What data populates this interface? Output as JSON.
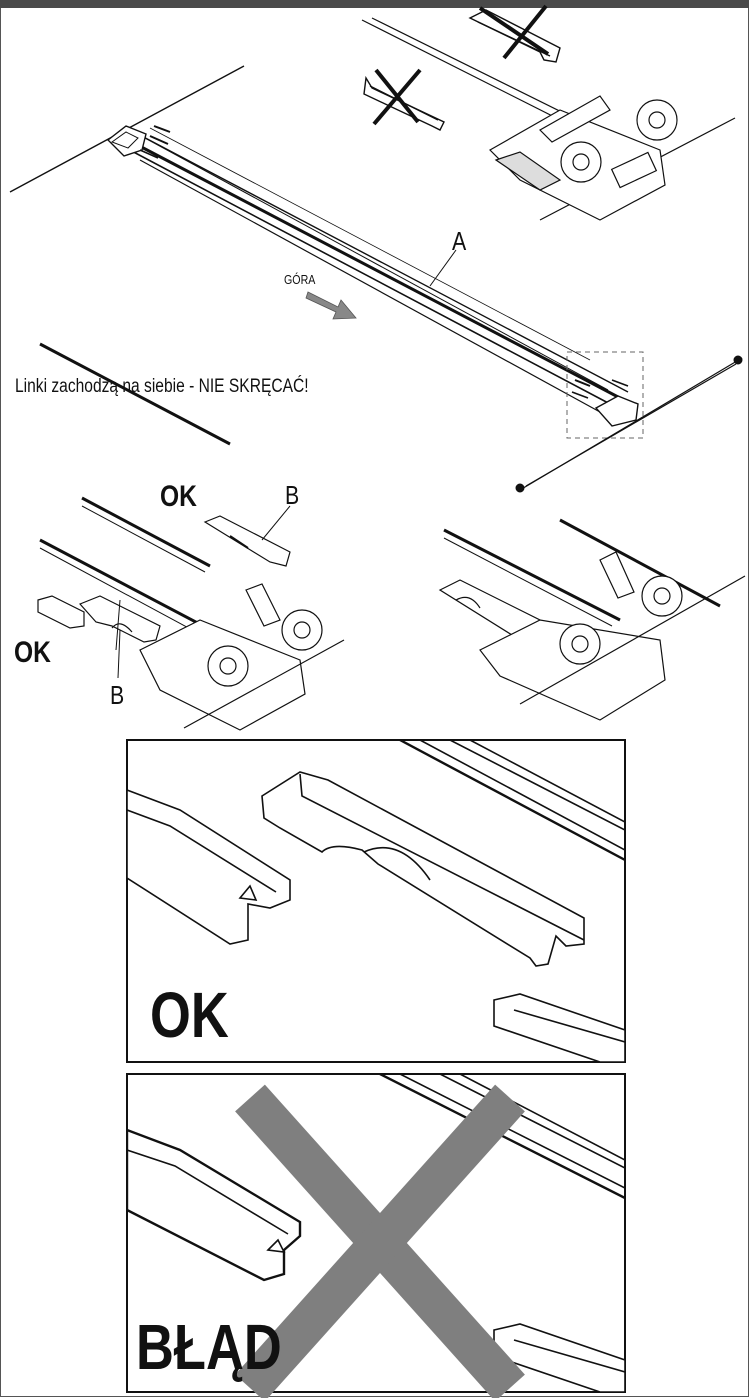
{
  "labels": {
    "part_a": "A",
    "part_b_top": "B",
    "part_b_bottom": "B",
    "direction_up": "GÓRA",
    "warning": "Linki zachodzą na siebie - NIE SKRĘCAĆ!",
    "ok_top": "OK",
    "ok_left": "OK",
    "ok_big": "OK",
    "wrong_big": "BŁĄD"
  },
  "icons": {
    "reject_mark": "x-mark-icon",
    "direction": "arrow-icon"
  },
  "colors": {
    "line": "#111111",
    "arrow": "#888888",
    "cross_overlay": "#7f7f7f"
  }
}
